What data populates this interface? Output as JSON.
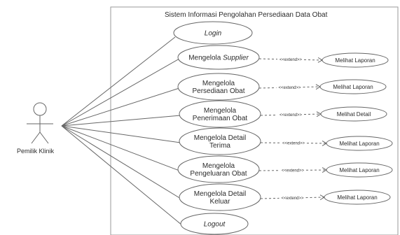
{
  "system": {
    "title": "Sistem Informasi Pengolahan Persediaan Data Obat"
  },
  "actor": {
    "label": "Pemilik Klinik"
  },
  "use_cases": [
    {
      "lines": [
        "Login"
      ],
      "italic": [
        true
      ]
    },
    {
      "lines": [
        "Mengelola Supplier"
      ],
      "segments": [
        {
          "text": "Mengelola ",
          "italic": false
        },
        {
          "text": "Supplier",
          "italic": true
        }
      ]
    },
    {
      "lines": [
        "Mengelola",
        "Persediaan Obat"
      ]
    },
    {
      "lines": [
        "Mengelola",
        "Penerimaan Obat"
      ]
    },
    {
      "lines": [
        "Mengelola Detail",
        "Terima"
      ]
    },
    {
      "lines": [
        "Mengelola",
        "Pengeluaran Obat"
      ]
    },
    {
      "lines": [
        "Mengelola Detail",
        "Keluar"
      ]
    },
    {
      "lines": [
        "Logout"
      ],
      "italic": [
        true
      ]
    }
  ],
  "extend_label": "<<extend>>",
  "extensions": [
    {
      "from": 1,
      "label": "Melihat Laporan"
    },
    {
      "from": 2,
      "label": "Melihat Laporan"
    },
    {
      "from": 3,
      "label": "Melihat  Detail"
    },
    {
      "from": 4,
      "label": "Melihat Laporan"
    },
    {
      "from": 5,
      "label": "Melihat Laporan"
    },
    {
      "from": 6,
      "label": "Melihat Laporan"
    }
  ],
  "colors": {
    "stroke": "#666666",
    "boundary": "#9a9a9a",
    "text": "#2b2b2b"
  }
}
